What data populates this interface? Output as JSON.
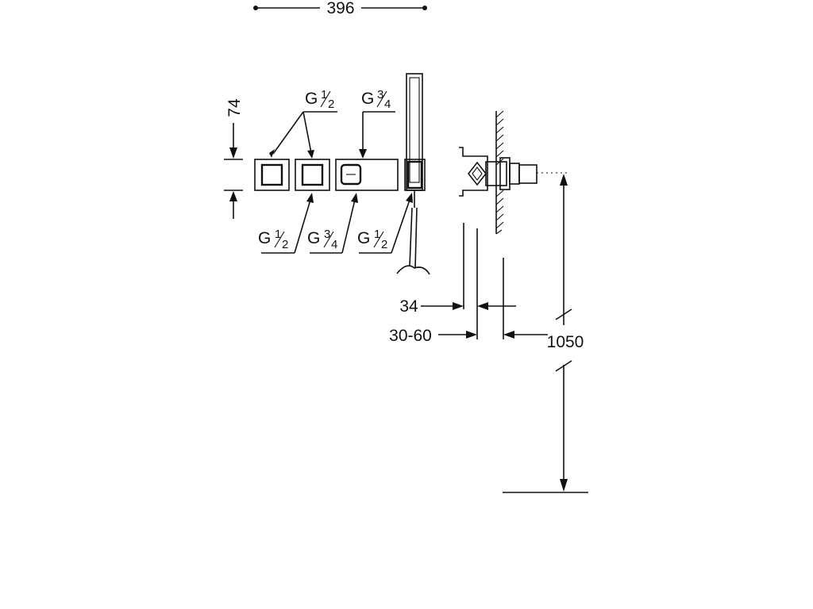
{
  "dimensions": {
    "width": "396",
    "height": "74",
    "depth_fixed": "34",
    "depth_range": "30-60",
    "mount_height": "1050"
  },
  "connections": {
    "top_left": {
      "prefix": "G",
      "numerator": "1",
      "denominator": "2"
    },
    "top_right": {
      "prefix": "G",
      "numerator": "3",
      "denominator": "4"
    },
    "bottom_1": {
      "prefix": "G",
      "numerator": "1",
      "denominator": "2"
    },
    "bottom_2": {
      "prefix": "G",
      "numerator": "3",
      "denominator": "4"
    },
    "bottom_3": {
      "prefix": "G",
      "numerator": "1",
      "denominator": "2"
    }
  },
  "colors": {
    "line": "#111111",
    "background": "#ffffff"
  }
}
